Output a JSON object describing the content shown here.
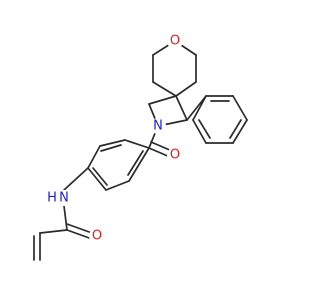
{
  "molecule": {
    "atoms": {
      "O_pyran": {
        "symbol": "O",
        "color": "#e02020"
      },
      "N_azetidine": {
        "symbol": "N",
        "color": "#2020d0"
      },
      "O_carbonyl": {
        "symbol": "O",
        "color": "#e02020"
      },
      "N_amide": {
        "symbol": "N",
        "color": "#2020d0"
      },
      "H_amide": {
        "symbol": "H",
        "color": "#2020d0"
      },
      "O_amide": {
        "symbol": "O",
        "color": "#e02020"
      }
    },
    "bond_color": "#2b2b2b"
  }
}
